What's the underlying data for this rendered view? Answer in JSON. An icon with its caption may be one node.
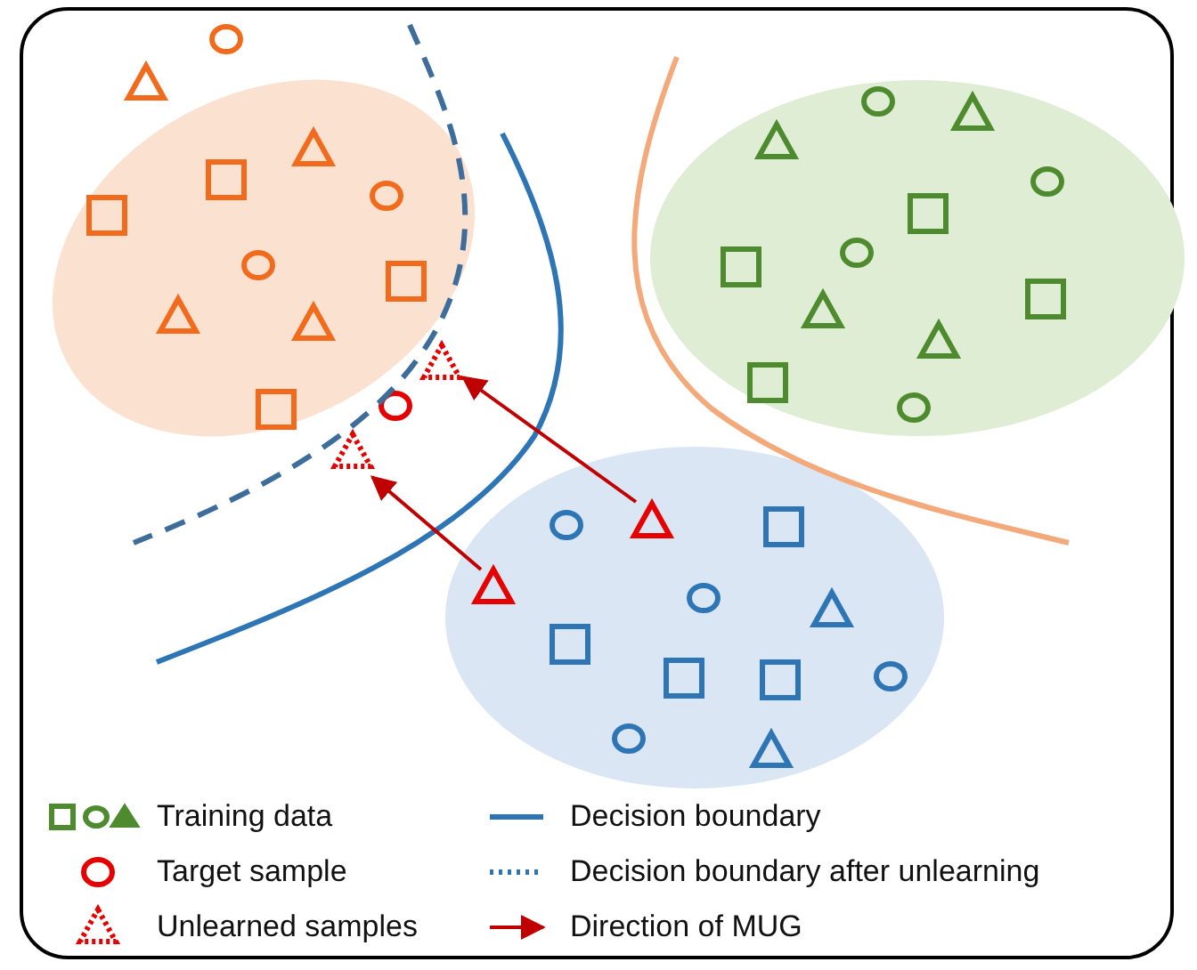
{
  "diagram": {
    "legend": [
      {
        "text": "Training data"
      },
      {
        "text": "Target sample"
      },
      {
        "text": "Unlearned samples"
      },
      {
        "text": "Decision boundary"
      },
      {
        "text": "Decision boundary after unlearning"
      },
      {
        "text": "Direction of MUG"
      }
    ]
  }
}
